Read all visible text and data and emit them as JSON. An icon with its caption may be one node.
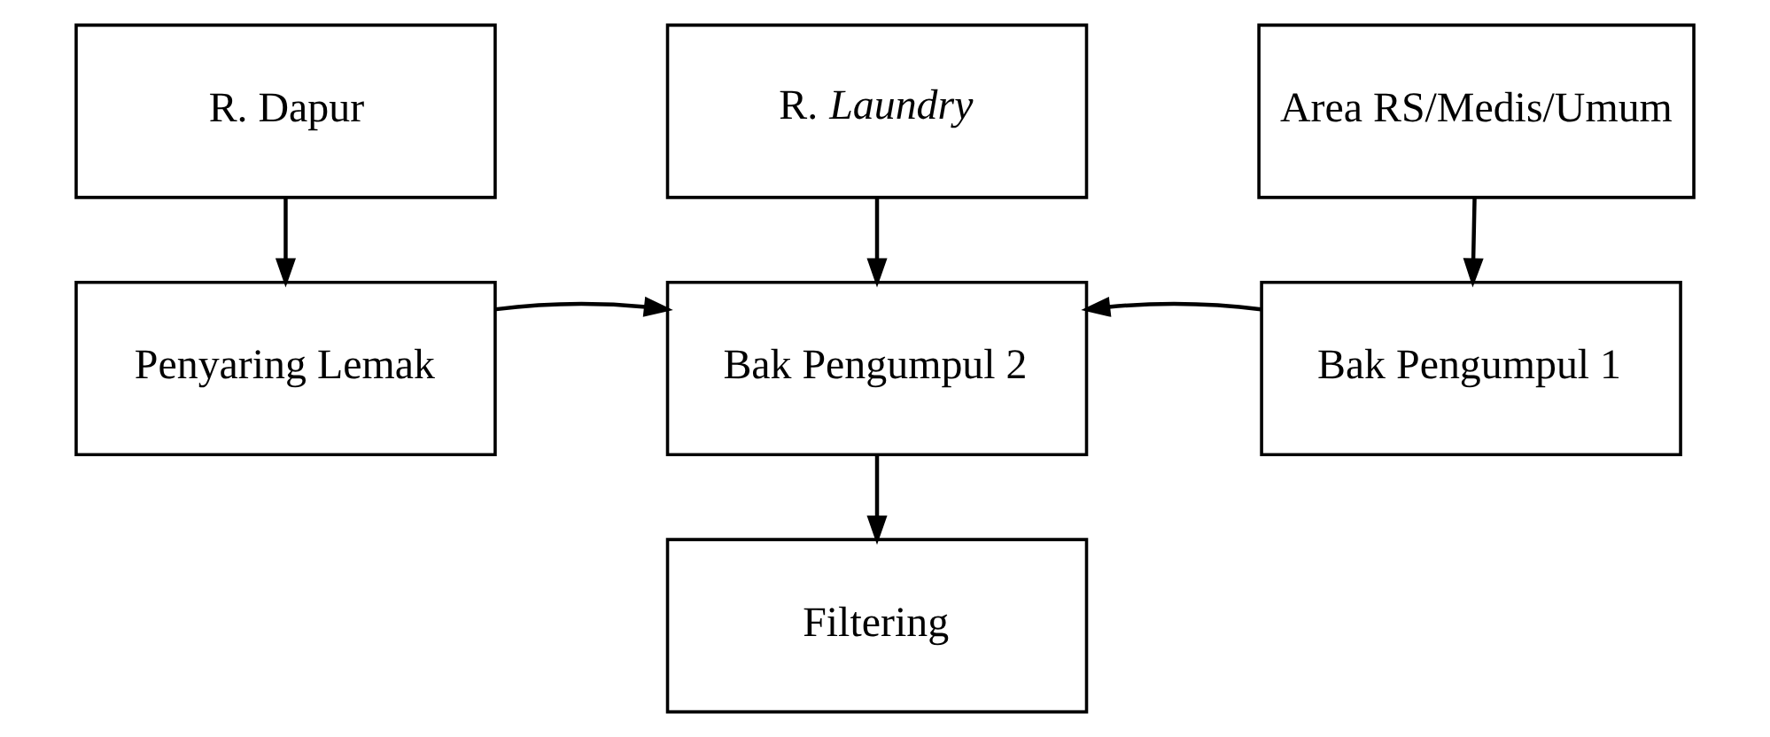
{
  "diagram": {
    "nodes": [
      {
        "text": [
          "R. Dapur"
        ]
      },
      {
        "text": [
          "R. *Laundry*"
        ]
      },
      {
        "text": [
          "Area RS/Medis/Umum"
        ]
      },
      {
        "text": [
          "Penyaring Lemak"
        ]
      },
      {
        "text": [
          "Bak Pengumpul 2"
        ]
      },
      {
        "text": [
          "Bak Pengumpul 1"
        ]
      },
      {
        "text": [
          "Filtering"
        ]
      }
    ],
    "edges": [
      {
        "from": 0,
        "to": 3,
        "arrow": "to"
      },
      {
        "from": 1,
        "to": 4,
        "arrow": "to"
      },
      {
        "from": 2,
        "to": 5,
        "arrow": "to"
      },
      {
        "from": 3,
        "to": 4,
        "arrow": "to"
      },
      {
        "from": 5,
        "to": 4,
        "arrow": "to"
      },
      {
        "from": 4,
        "to": 6,
        "arrow": "to"
      }
    ]
  }
}
